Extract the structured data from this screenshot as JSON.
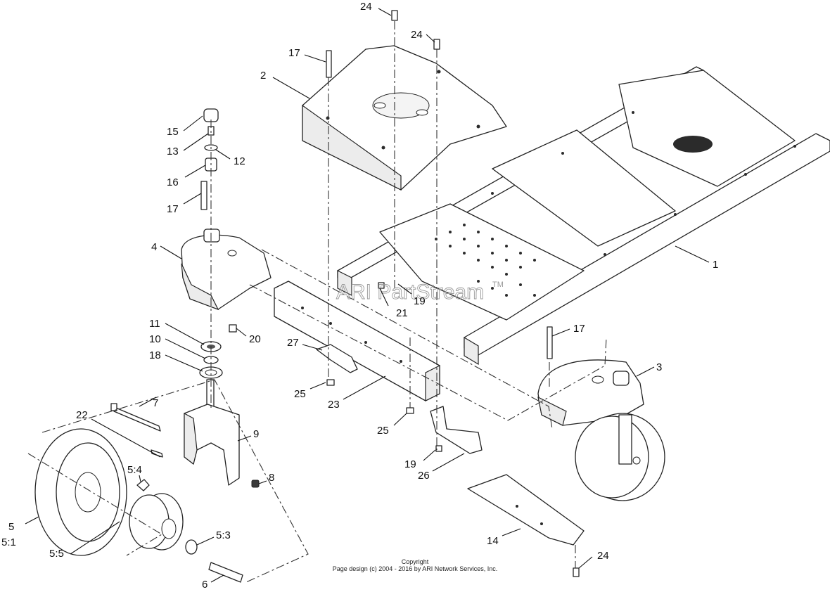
{
  "watermark": {
    "text": "ARI PartStream",
    "tm": "TM"
  },
  "copyright": {
    "line1": "Copyright",
    "line2": "Page design (c) 2004 - 2016 by ARI Network Services, Inc."
  },
  "callouts": [
    {
      "id": "c1",
      "label": "1"
    },
    {
      "id": "c2",
      "label": "2"
    },
    {
      "id": "c3",
      "label": "3"
    },
    {
      "id": "c4",
      "label": "4"
    },
    {
      "id": "c5",
      "label": "5"
    },
    {
      "id": "c5_1",
      "label": "5:1"
    },
    {
      "id": "c5_3",
      "label": "5:3"
    },
    {
      "id": "c5_4",
      "label": "5:4"
    },
    {
      "id": "c5_5",
      "label": "5:5"
    },
    {
      "id": "c6",
      "label": "6"
    },
    {
      "id": "c7",
      "label": "7"
    },
    {
      "id": "c8",
      "label": "8"
    },
    {
      "id": "c9",
      "label": "9"
    },
    {
      "id": "c10",
      "label": "10"
    },
    {
      "id": "c11",
      "label": "11"
    },
    {
      "id": "c12",
      "label": "12"
    },
    {
      "id": "c13",
      "label": "13"
    },
    {
      "id": "c14",
      "label": "14"
    },
    {
      "id": "c15",
      "label": "15"
    },
    {
      "id": "c16",
      "label": "16"
    },
    {
      "id": "c17a",
      "label": "17"
    },
    {
      "id": "c17b",
      "label": "17"
    },
    {
      "id": "c17c",
      "label": "17"
    },
    {
      "id": "c18",
      "label": "18"
    },
    {
      "id": "c19a",
      "label": "19"
    },
    {
      "id": "c19b",
      "label": "19"
    },
    {
      "id": "c20",
      "label": "20"
    },
    {
      "id": "c21",
      "label": "21"
    },
    {
      "id": "c22",
      "label": "22"
    },
    {
      "id": "c23",
      "label": "23"
    },
    {
      "id": "c24a",
      "label": "24"
    },
    {
      "id": "c24b",
      "label": "24"
    },
    {
      "id": "c24c",
      "label": "24"
    },
    {
      "id": "c25a",
      "label": "25"
    },
    {
      "id": "c25b",
      "label": "25"
    },
    {
      "id": "c26",
      "label": "26"
    },
    {
      "id": "c27",
      "label": "27"
    }
  ]
}
